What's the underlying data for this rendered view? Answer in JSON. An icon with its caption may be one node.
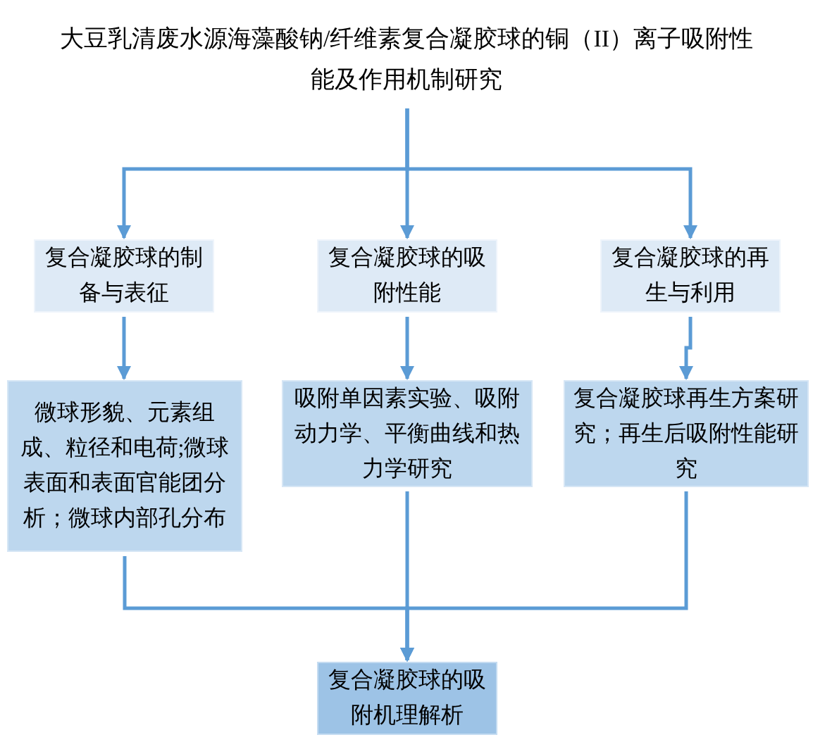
{
  "diagram": {
    "nodes": [
      {
        "text": [
          "大豆乳清废水源海藻酸钠/纤维素复合凝胶球的铜（II）离子吸附性能及作用机制研究"
        ]
      },
      {
        "text": [
          "复合凝胶球的制备与表征"
        ]
      },
      {
        "text": [
          "复合凝胶球的吸附性能"
        ]
      },
      {
        "text": [
          "复合凝胶球的再生与利用"
        ]
      },
      {
        "text": [
          "微球形貌、元素组成、粒径和电荷;微球表面和表面官能团分析；微球内部孔分布"
        ]
      },
      {
        "text": [
          "吸附单因素实验、吸附动力学、平衡曲线和热力学研究"
        ]
      },
      {
        "text": [
          "复合凝胶球再生方案研究；再生后吸附性能研究"
        ]
      },
      {
        "text": [
          "复合凝胶球的吸附机理解析"
        ]
      }
    ],
    "edges": [
      {
        "from": 0,
        "to": 1,
        "arrow": "to"
      },
      {
        "from": 0,
        "to": 2,
        "arrow": "to"
      },
      {
        "from": 0,
        "to": 3,
        "arrow": "to"
      },
      {
        "from": 1,
        "to": 4,
        "arrow": "to"
      },
      {
        "from": 2,
        "to": 5,
        "arrow": "to"
      },
      {
        "from": 3,
        "to": 6,
        "arrow": "to"
      },
      {
        "from": 4,
        "to": 7,
        "arrow": "to"
      },
      {
        "from": 5,
        "to": 7,
        "arrow": "to"
      },
      {
        "from": 6,
        "to": 7,
        "arrow": "to"
      }
    ]
  }
}
